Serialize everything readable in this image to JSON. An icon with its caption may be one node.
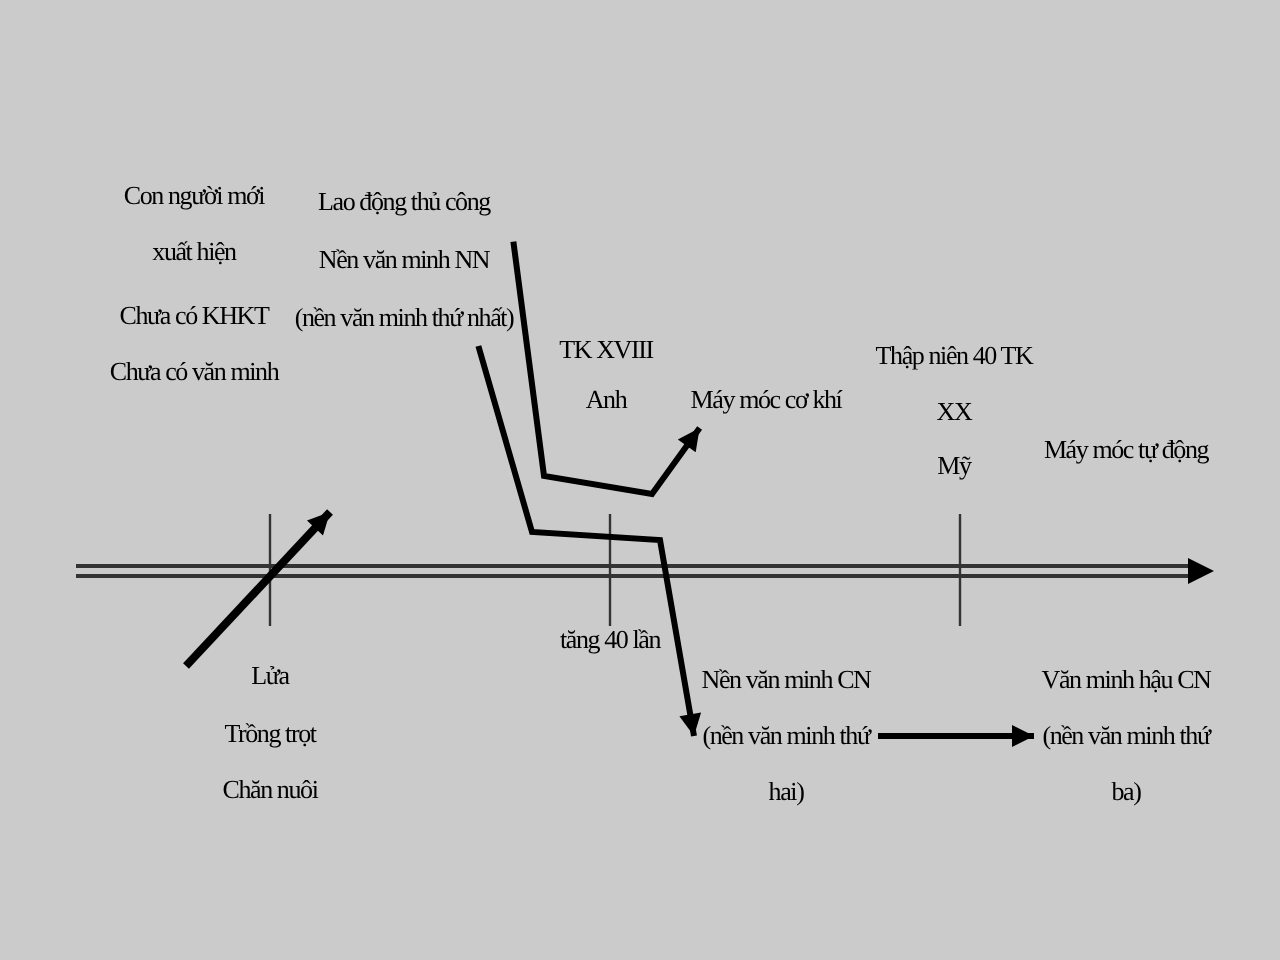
{
  "diagram": {
    "nodes": [
      {
        "text": [
          "Lao động thủ công",
          "Nền văn minh NN",
          "(nền văn minh thứ nhất)"
        ]
      },
      {
        "text": [
          "Máy móc cơ khí"
        ]
      },
      {
        "text": [
          "Nền văn minh CN",
          "(nền văn minh thứ hai)"
        ]
      },
      {
        "text": [
          "Văn minh hậu CN",
          "(nền văn minh thứ ba)"
        ]
      }
    ],
    "edges": [
      {
        "from": 0,
        "to": 1,
        "arrow": "to"
      },
      {
        "from": 0,
        "to": 2,
        "arrow": "to"
      },
      {
        "from": 2,
        "to": 3,
        "arrow": "to"
      }
    ],
    "labels": [
      "Con người mới xuất hiện",
      "Chưa có KHKT",
      "Chưa có văn minh",
      "TK XVIII",
      "Anh",
      "Thập niên 40 TK XX",
      "Mỹ",
      "Máy móc tự động",
      "tăng 40 lần",
      "Lửa",
      "Trồng trọt",
      "Chăn nuôi"
    ]
  }
}
